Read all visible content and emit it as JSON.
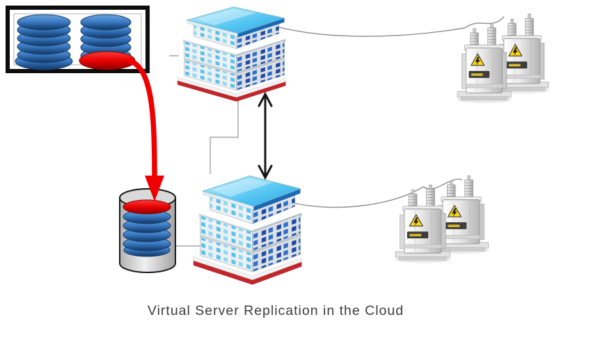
{
  "caption": "Virtual Server Replication in the Cloud",
  "diagram": {
    "nodes": [
      {
        "id": "disk-array-panel",
        "icon": "disk-array-icon",
        "detail": "two stacks of blue disks in a black-framed panel, bottom-right disk red"
      },
      {
        "id": "database-cylinder",
        "icon": "database-cylinder-icon",
        "detail": "gray cylinder holding blue disks with red top disk"
      },
      {
        "id": "datacenter-primary",
        "icon": "office-building-icon",
        "detail": "isometric building, blue glass roof, red base"
      },
      {
        "id": "datacenter-secondary",
        "icon": "office-building-icon",
        "detail": "isometric building, blue glass roof, red base"
      },
      {
        "id": "transformers-top",
        "icon": "power-transformer-icon",
        "detail": "pair of electrical transformers with warning triangles"
      },
      {
        "id": "transformers-bottom",
        "icon": "power-transformer-icon",
        "detail": "pair of electrical transformers with warning triangles"
      }
    ],
    "connections": [
      {
        "from": "disk-array-panel",
        "to": "database-cylinder",
        "style": "thick-red-curved-arrow"
      },
      {
        "from": "datacenter-primary",
        "to": "datacenter-secondary",
        "style": "black-double-headed-arrow"
      },
      {
        "from": "datacenter-primary",
        "to": "datacenter-secondary",
        "style": "gray-elbow-line"
      },
      {
        "from": "database-cylinder",
        "to": "datacenter-secondary",
        "style": "gray-line"
      },
      {
        "from": "datacenter-primary",
        "to": "transformers-top",
        "style": "sagging-wire"
      },
      {
        "from": "datacenter-secondary",
        "to": "transformers-bottom",
        "style": "sagging-wire"
      }
    ]
  },
  "colors": {
    "arrow_red": "#ee0000",
    "arrow_black": "#161616",
    "wire_gray": "#8f8f8f",
    "connector_gray": "#a6a6a6",
    "caption_color": "#3d3d3d",
    "disk_blue": "#3f7dc6",
    "disk_blue_dark": "#1d4f8a",
    "disk_red": "#e60000",
    "roof_light": "#c8f2ff",
    "roof_blue": "#2aa6e4",
    "roof_edge_blue": "#1a6ab2",
    "window_cyan": "#56c2ee",
    "window_blue": "#1d49a8",
    "base_red": "#c0272d",
    "warning_yellow": "#ffd60a",
    "cylinder_gray": "#d9d9d9"
  }
}
